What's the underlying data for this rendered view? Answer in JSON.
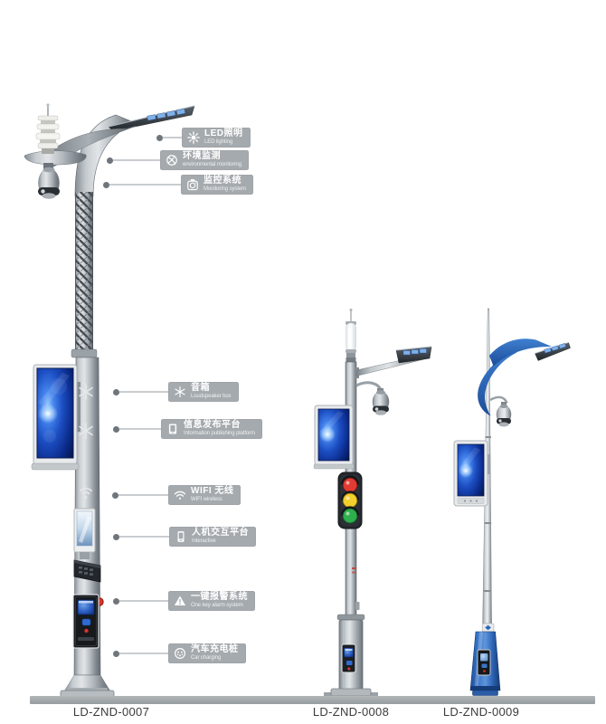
{
  "figure": {
    "type": "smart-streetlight-product-lineup"
  },
  "callouts": [
    {
      "zh": "LED照明",
      "en": "LED lighting",
      "icon": "led-lighting-icon"
    },
    {
      "zh": "环境监测",
      "en": "environmental monitoring",
      "icon": "environment-sensor-icon"
    },
    {
      "zh": "监控系统",
      "en": "Monitoring system",
      "icon": "cctv-camera-icon"
    },
    {
      "zh": "音箱",
      "en": "Loudspeaker box",
      "icon": "loudspeaker-icon"
    },
    {
      "zh": "信息发布平台",
      "en": "Information publishing platform",
      "icon": "info-screen-icon"
    },
    {
      "zh": "WIFI 无线",
      "en": "WIFI wireless",
      "icon": "wifi-icon"
    },
    {
      "zh": "人机交互平台",
      "en": "Interactive",
      "icon": "interactive-kiosk-icon"
    },
    {
      "zh": "一键报警系统",
      "en": "One key alarm system",
      "icon": "alarm-warning-icon"
    },
    {
      "zh": "汽车充电桩",
      "en": "Car charging",
      "icon": "ev-charging-icon"
    }
  ],
  "poles": [
    {
      "model": "LD-ZND-0007"
    },
    {
      "model": "LD-ZND-0008"
    },
    {
      "model": "LD-ZND-0009"
    }
  ],
  "colors": {
    "callout_box": "#a5aaae",
    "leader_line": "#c9cdd0",
    "leader_dot": "#6e757c",
    "screen_blue": "#1c4ec2",
    "pole_silver": "#b7bdc2",
    "swoosh_blue": "#2a67b8",
    "cone_blue": "#2c63b4",
    "traffic_red": "#e23b33",
    "traffic_yellow": "#f2cf2a",
    "traffic_green": "#2fae4d",
    "ground": "#9aa0a4",
    "model_text": "#3b3b3b"
  }
}
